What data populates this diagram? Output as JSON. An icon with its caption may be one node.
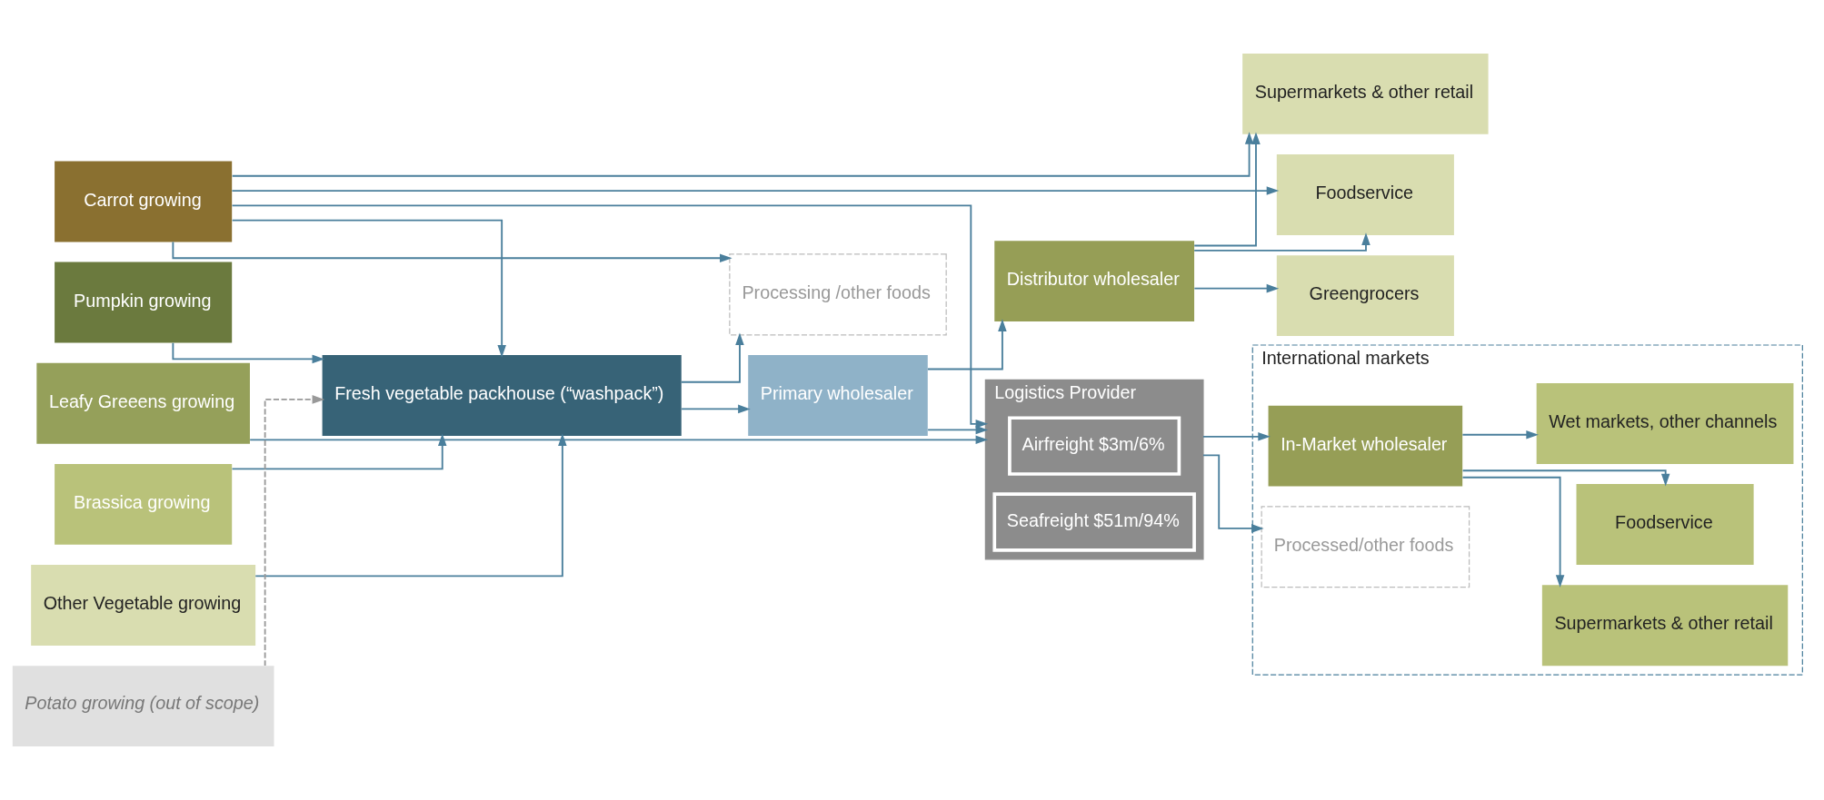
{
  "diagram": {
    "nodes": [
      {
        "text": [
          "Carrot growing"
        ]
      },
      {
        "text": [
          "Pumpkin growing"
        ]
      },
      {
        "text": [
          "Leafy Greeens growing"
        ]
      },
      {
        "text": [
          "Brassica growing"
        ]
      },
      {
        "text": [
          "Other Vegetable growing"
        ]
      },
      {
        "text": [
          "Potato growing (out of scope)"
        ]
      },
      {
        "text": [
          "Fresh vegetable packhouse (“washpack”)"
        ]
      },
      {
        "text": [
          "Primary wholesaler"
        ]
      },
      {
        "text": [
          "Distributor wholesaler"
        ]
      },
      {
        "text": [
          "Supermarkets & other retail"
        ]
      },
      {
        "text": [
          "Greengrocers"
        ]
      },
      {
        "text": [
          "Foodservice"
        ]
      },
      {
        "text": [
          "Processing /other foods"
        ]
      },
      {
        "text": [
          "Logistics Provider"
        ]
      },
      {
        "text": [
          "Airfreight $3m/6%"
        ],
        "in": 13
      },
      {
        "text": [
          "Seafreight $51m/94%"
        ],
        "in": 13
      },
      {
        "text": [
          "International markets"
        ]
      },
      {
        "text": [
          "In-Market wholesaler"
        ],
        "in": 16
      },
      {
        "text": [
          "Processed/other foods"
        ],
        "in": 16
      },
      {
        "text": [
          "Supermarkets & other retail"
        ],
        "in": 16
      },
      {
        "text": [
          "Foodservice"
        ],
        "in": 16
      },
      {
        "text": [
          "Wet markets, other channels"
        ],
        "in": 16
      }
    ],
    "edges": [
      {
        "from": 0,
        "to": 9,
        "arrow": "to"
      },
      {
        "from": 0,
        "to": 6,
        "arrow": "to"
      },
      {
        "from": 1,
        "to": 6,
        "arrow": "to"
      },
      {
        "from": 3,
        "to": 6,
        "arrow": "to"
      },
      {
        "from": 4,
        "to": 6,
        "arrow": "to"
      },
      {
        "from": 5,
        "to": 6,
        "arrow": "to",
        "style": "dashed",
        "color": "#999999"
      },
      {
        "from": 6,
        "to": 7,
        "arrow": "to"
      },
      {
        "from": 7,
        "to": 8,
        "arrow": "to"
      },
      {
        "from": 8,
        "to": 10,
        "arrow": "to"
      },
      {
        "from": 8,
        "to": 9,
        "arrow": "to"
      },
      {
        "from": 8,
        "to": 11,
        "arrow": "to"
      },
      {
        "from": 0,
        "to": 11,
        "arrow": "to"
      },
      {
        "from": 0,
        "to": 12,
        "arrow": "to"
      },
      {
        "from": 6,
        "to": 12,
        "arrow": "to"
      },
      {
        "from": 0,
        "to": 13,
        "arrow": "to"
      },
      {
        "from": 2,
        "to": 13,
        "arrow": "to"
      },
      {
        "from": 7,
        "to": 13,
        "arrow": "to"
      },
      {
        "from": 13,
        "to": 17,
        "arrow": "to"
      },
      {
        "from": 13,
        "to": 18,
        "arrow": "to"
      },
      {
        "from": 17,
        "to": 19,
        "arrow": "to"
      },
      {
        "from": 17,
        "to": 20,
        "arrow": "to"
      },
      {
        "from": 17,
        "to": 21,
        "arrow": "to"
      }
    ]
  }
}
